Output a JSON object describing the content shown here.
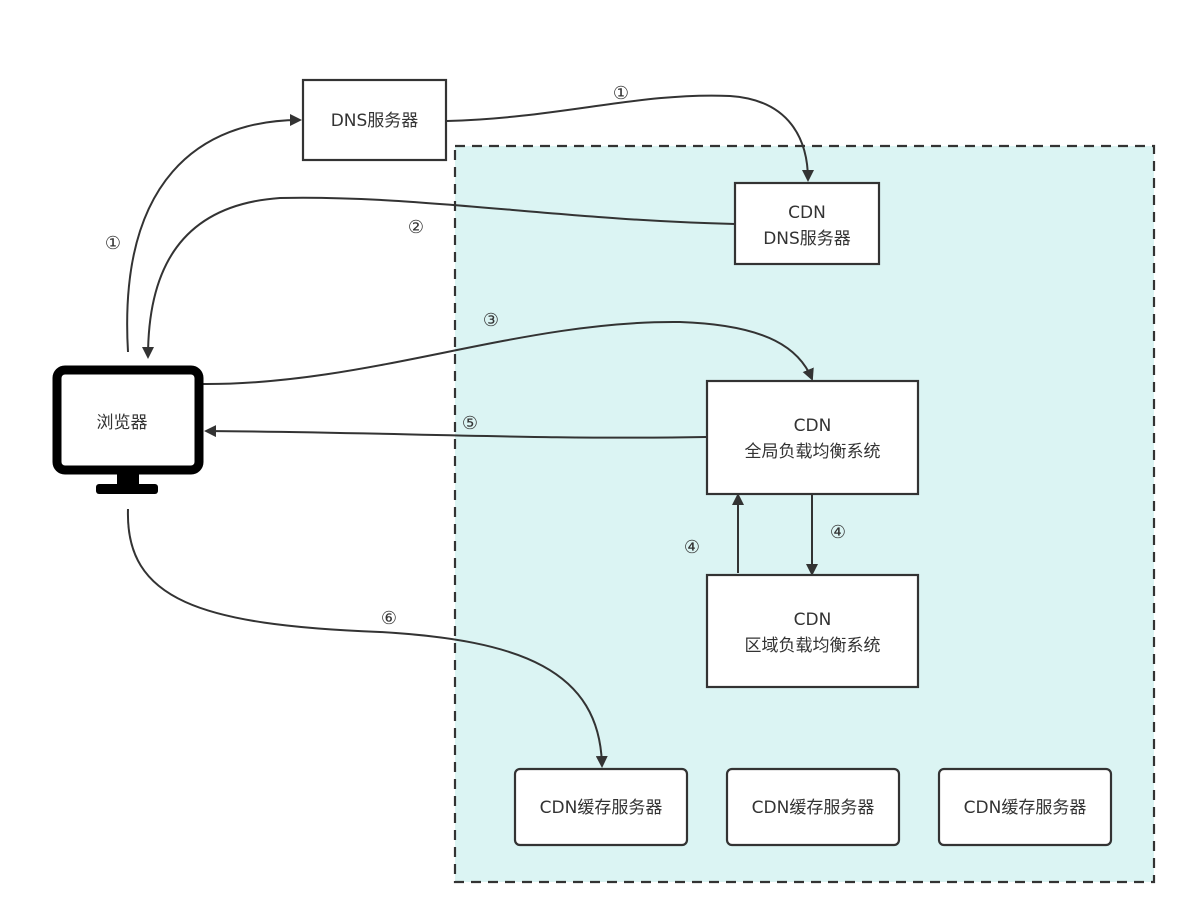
{
  "nodes": {
    "browser": "浏览器",
    "dns_server": "DNS服务器",
    "cdn_dns": [
      "CDN",
      "DNS服务器"
    ],
    "global_lb": [
      "CDN",
      "全局负载均衡系统"
    ],
    "region_lb": [
      "CDN",
      "区域负载均衡系统"
    ],
    "cache_servers": [
      "CDN缓存服务器",
      "CDN缓存服务器",
      "CDN缓存服务器"
    ]
  },
  "steps": {
    "browser_to_dns": "①",
    "dns_to_cdn_dns": "①",
    "cdn_dns_to_browser": "②",
    "browser_to_global": "③",
    "region_to_global": "④",
    "global_to_region": "④",
    "global_to_browser": "⑤",
    "browser_to_cache": "⑥"
  },
  "colors": {
    "cdn_region_fill": "#dbf4f3",
    "stroke": "#333333",
    "monitor": "#000000"
  }
}
